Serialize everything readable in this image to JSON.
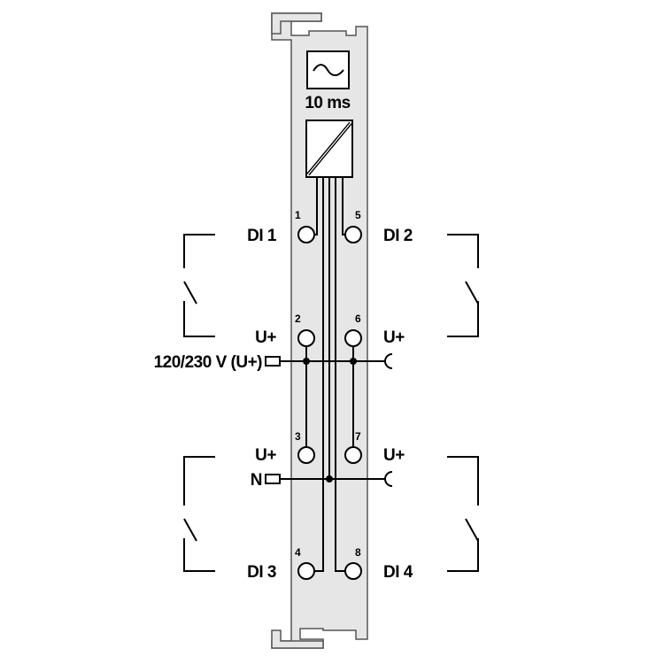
{
  "module": {
    "filter_label": "10 ms",
    "body_color": "#e6e6e6",
    "outline_color": "#555555"
  },
  "terminals": {
    "t1": "1",
    "t2": "2",
    "t3": "3",
    "t4": "4",
    "t5": "5",
    "t6": "6",
    "t7": "7",
    "t8": "8"
  },
  "labels": {
    "di1": "DI 1",
    "di2": "DI 2",
    "di3": "DI 3",
    "di4": "DI 4",
    "uplus_2": "U+",
    "uplus_6": "U+",
    "uplus_3": "U+",
    "uplus_7": "U+",
    "supply": "120/230 V (U+)",
    "neutral": "N"
  },
  "icons": {
    "filter": "ac-sine-icon",
    "converter": "isolation-converter-icon"
  }
}
